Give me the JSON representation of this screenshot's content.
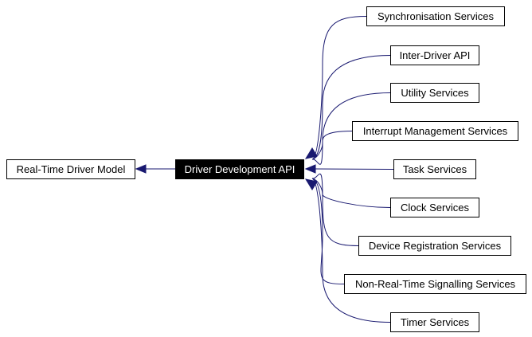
{
  "colors": {
    "edge": "#191970",
    "node_border": "#000000",
    "current_bg": "#000000",
    "current_text": "#ffffff"
  },
  "parent": {
    "label": "Real-Time Driver Model"
  },
  "current": {
    "label": "Driver Development API"
  },
  "children": [
    {
      "label": "Synchronisation Services"
    },
    {
      "label": "Inter-Driver API"
    },
    {
      "label": "Utility Services"
    },
    {
      "label": "Interrupt Management Services"
    },
    {
      "label": "Task Services"
    },
    {
      "label": "Clock Services"
    },
    {
      "label": "Device Registration Services"
    },
    {
      "label": "Non-Real-Time Signalling Services"
    },
    {
      "label": "Timer Services"
    }
  ]
}
